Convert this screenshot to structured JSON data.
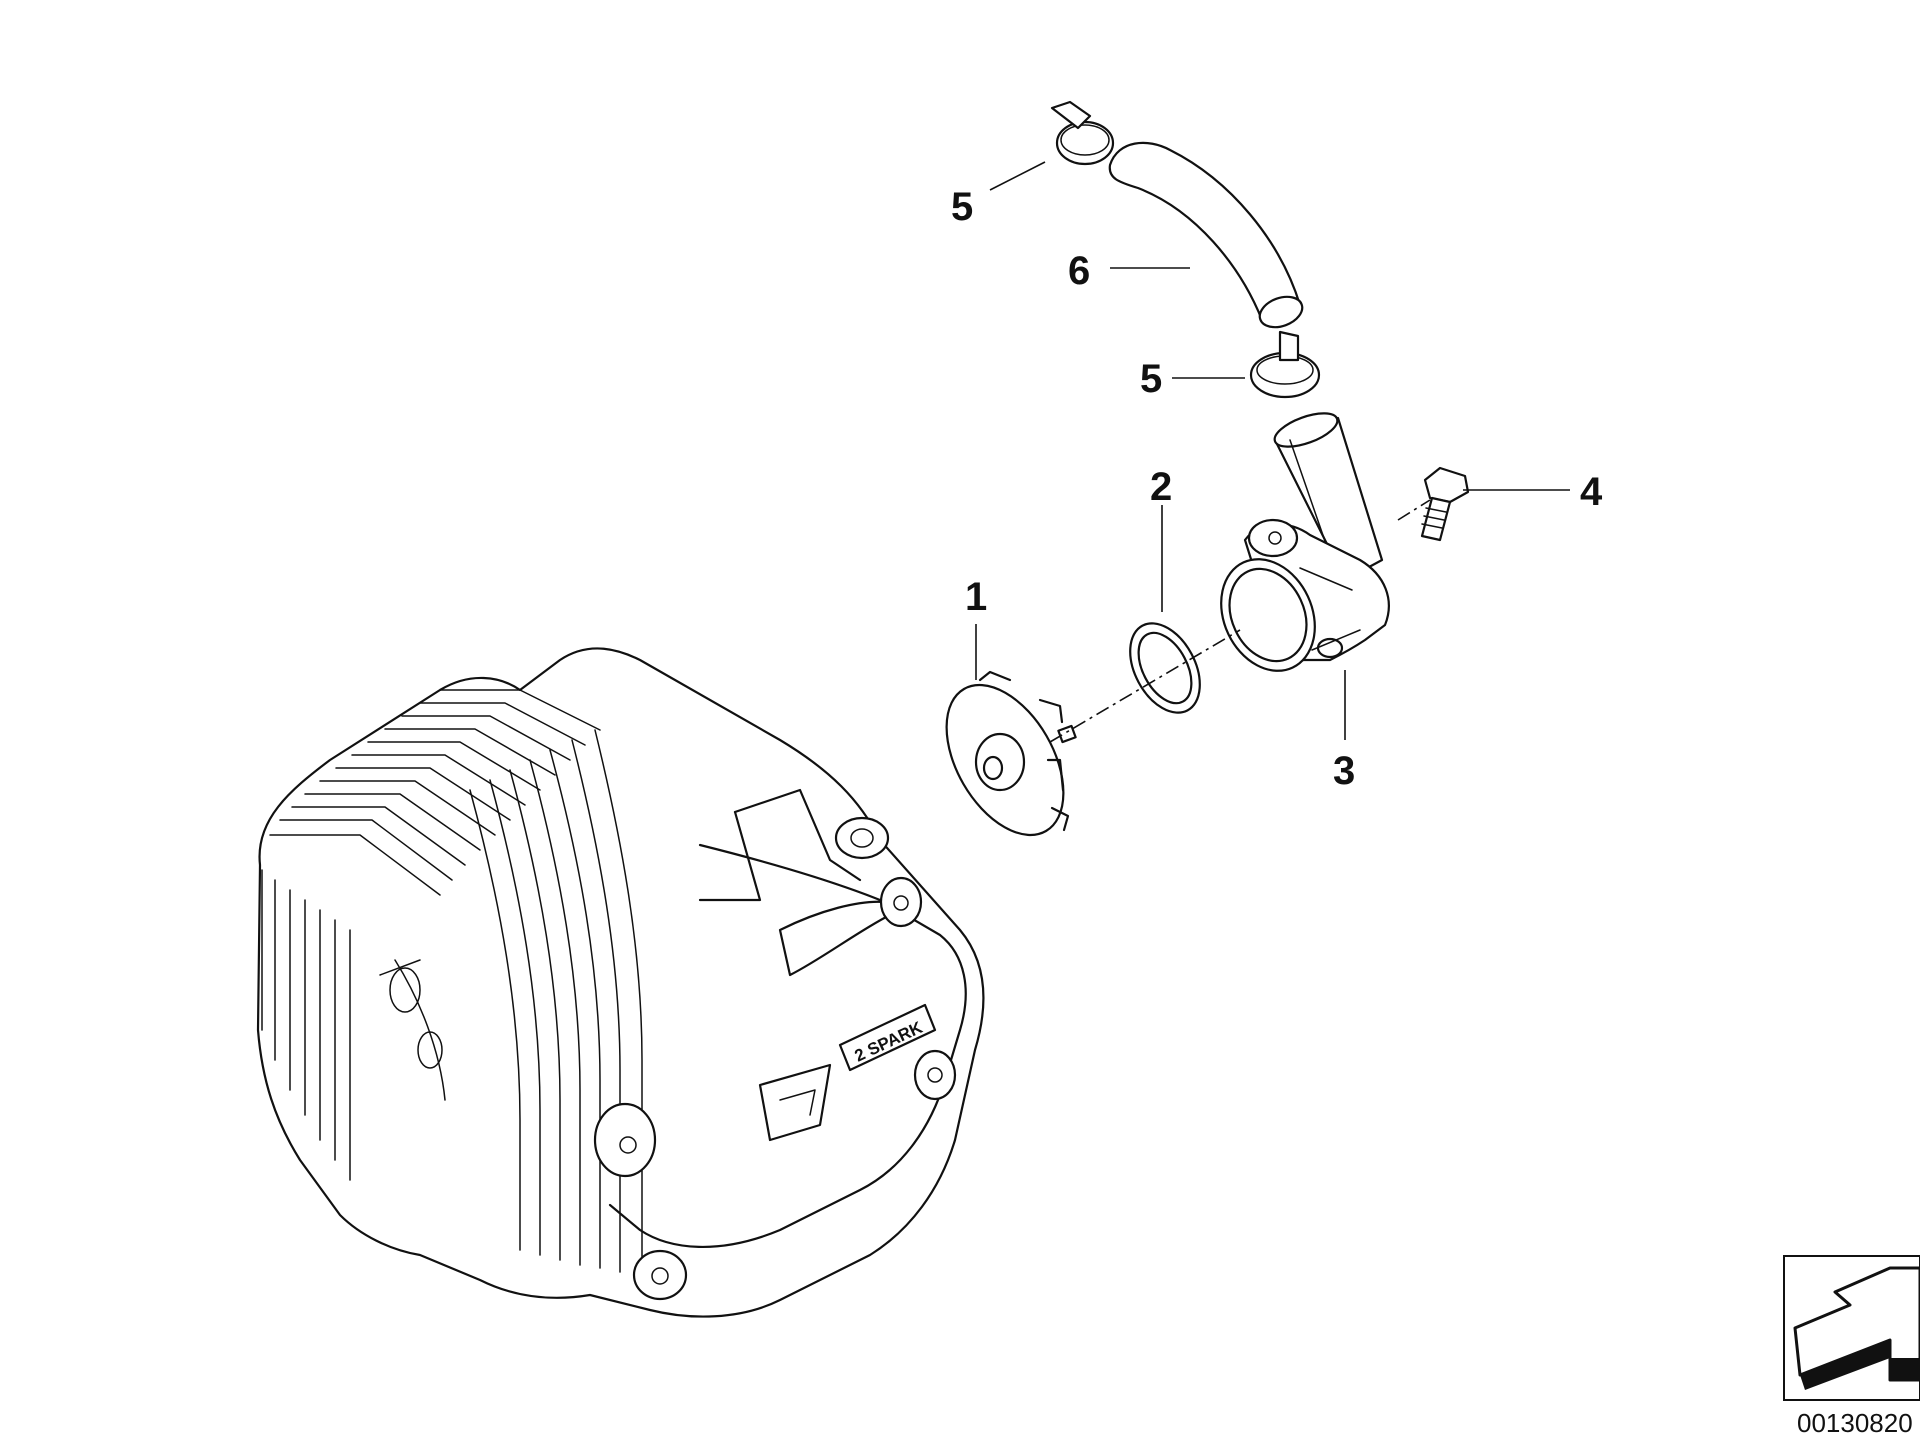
{
  "callouts": {
    "c1": "1",
    "c2": "2",
    "c3": "3",
    "c4": "4",
    "c5a": "5",
    "c5b": "5",
    "c6": "6"
  },
  "engraving": "2 SPARK",
  "diagram_id": "00130820",
  "colors": {
    "line": "#111111",
    "background": "#ffffff"
  },
  "icons": {
    "orientation": "arrow-icon"
  }
}
